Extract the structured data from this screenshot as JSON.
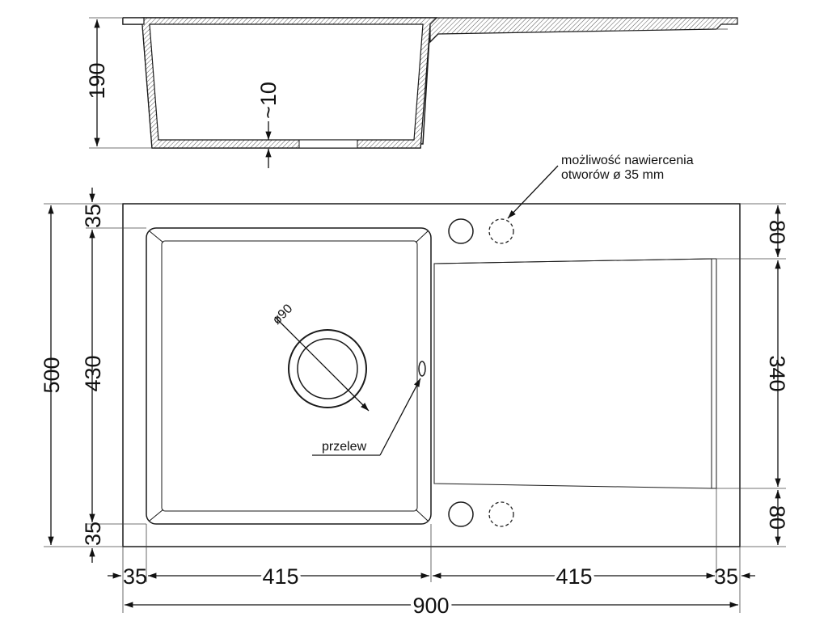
{
  "section_view": {
    "height": "190",
    "bottom_thickness": "~10"
  },
  "plan_view": {
    "overall_width": "900",
    "overall_depth": "500",
    "bowl_depth": "430",
    "margin_top": "35",
    "margin_bottom": "35",
    "margin_left": "35",
    "margin_right": "35",
    "bowl_width": "415",
    "drainer_width": "415",
    "drainer_depth": "340",
    "drainer_offset_top": "80",
    "drainer_offset_bottom": "80",
    "drain_diameter": "ø90",
    "overflow_label": "przelew",
    "tap_hole_note_line1": "możliwość nawiercenia",
    "tap_hole_note_line2": "otworów ø 35 mm"
  }
}
